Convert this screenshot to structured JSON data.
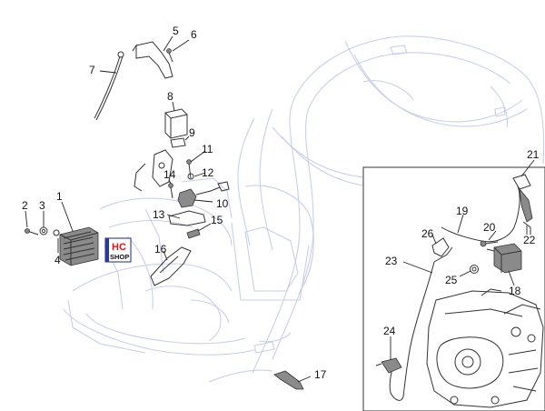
{
  "logo": {
    "line1": "HC",
    "line2": "SHOP",
    "colors": {
      "blue": "#2a3a9a",
      "red": "#d11a1a",
      "dark": "#111111"
    }
  },
  "callouts": [
    "1",
    "2",
    "3",
    "4",
    "5",
    "6",
    "7",
    "8",
    "9",
    "10",
    "11",
    "12",
    "13",
    "14",
    "15",
    "16",
    "17",
    "18",
    "19",
    "20",
    "21",
    "22",
    "23",
    "24",
    "25",
    "26"
  ],
  "colors": {
    "body_outline": "#c9cfe6",
    "part_ink": "#333333",
    "part_fill": "#8a8a8a"
  }
}
